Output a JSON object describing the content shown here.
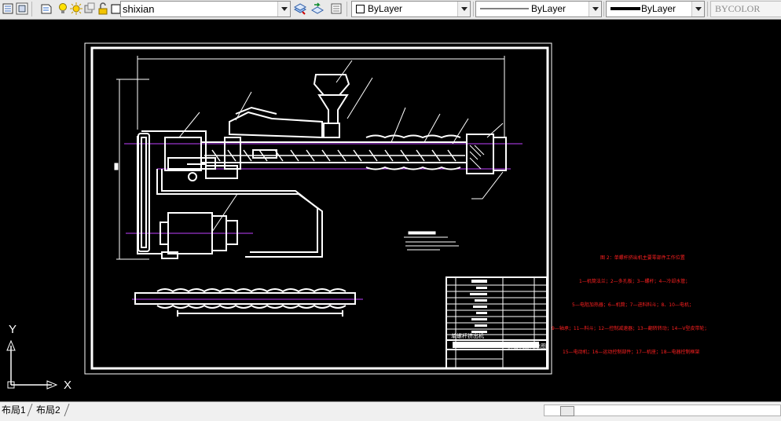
{
  "toolbar": {
    "layer_name": "shixian",
    "color_value": "ByLayer",
    "linetype_value": "ByLayer",
    "lineweight_value": "ByLayer",
    "plotstyle_value": "BYCOLOR"
  },
  "drawing": {
    "notes": [
      "图 2：单螺杆挤出机主要零部件工作位置",
      "1—机筒法兰；2—多孔板；3—螺杆；4—冷却水管；",
      "5—电阻加热器；6—机筒；7—进料料斗；8、10—电机；",
      "9—轴承；11—料斗；12—控制减速器；13—翻转转动；14—V型皮带轮；",
      "15—电动机；16—运动控制部件；17—机座；18—电器控制框架"
    ],
    "title_block_name": "单螺杆挤出机",
    "title_block_drawing": "挤出机工作总图"
  },
  "ucs": {
    "y_label": "Y",
    "x_label": "X"
  },
  "tabs": [
    "布局1",
    "布局2"
  ]
}
